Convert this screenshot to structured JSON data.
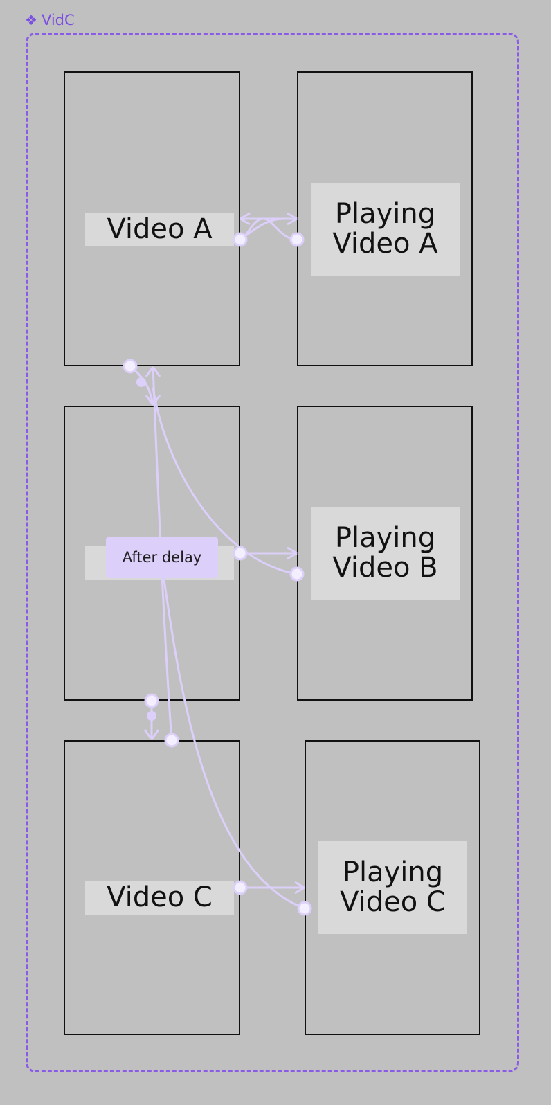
{
  "component": {
    "name": "VidC",
    "icon": "component-diamond-icon"
  },
  "frames": [
    {
      "id": "video-a",
      "label": "Video A"
    },
    {
      "id": "playing-a",
      "label": "Playing\nVideo A"
    },
    {
      "id": "video-b",
      "label": ""
    },
    {
      "id": "playing-b",
      "label": "Playing\nVideo B"
    },
    {
      "id": "video-c",
      "label": "Video C"
    },
    {
      "id": "playing-c",
      "label": "Playing\nVideo C"
    }
  ],
  "interaction": {
    "trigger": "After delay"
  },
  "colors": {
    "accent": "#8a5be6",
    "wire": "#dccff9",
    "canvas": "#c0c0c0",
    "label_bg": "#d9d9d9"
  }
}
